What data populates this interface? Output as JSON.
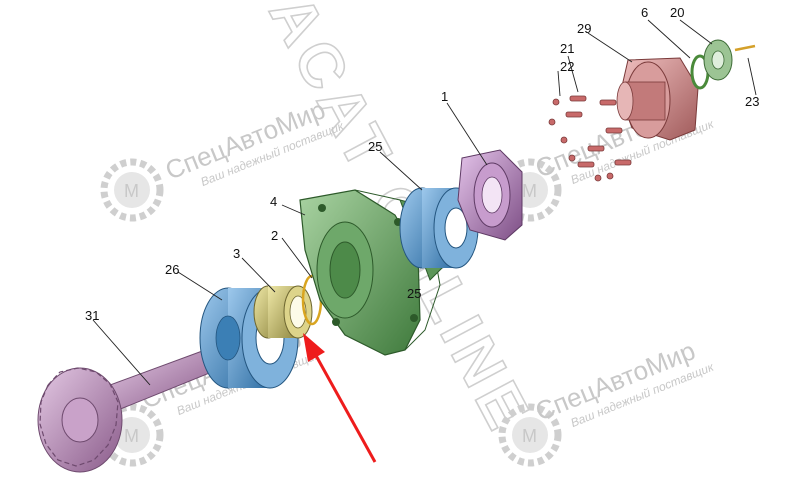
{
  "watermarks": [
    {
      "brand": "СпецАвтоМир",
      "tagline": "Ваш надежный поставщик"
    },
    {
      "brand": "СпецАвтоМир",
      "tagline": "Ваш надежный поставщик"
    },
    {
      "brand": "СпецАвтоМир",
      "tagline": "Ваш надежный поставщик"
    },
    {
      "brand": "СпецАвтоМир",
      "tagline": "Ваш надежный поставщик"
    }
  ],
  "big_watermark": "ACAT ONLINE",
  "callouts": [
    "1",
    "2",
    "3",
    "4",
    "6",
    "20",
    "21",
    "22",
    "23",
    "25",
    "26",
    "29",
    "31",
    "25"
  ],
  "colors": {
    "housing": "#6fa96a",
    "bearing": "#4f93c9",
    "flange": "#c98a8a",
    "seal": "#b48ab8",
    "gear": "#b88bb5",
    "sleeve": "#c8c07a",
    "cap": "#8fb88a",
    "arrow": "#ee1c1c"
  }
}
